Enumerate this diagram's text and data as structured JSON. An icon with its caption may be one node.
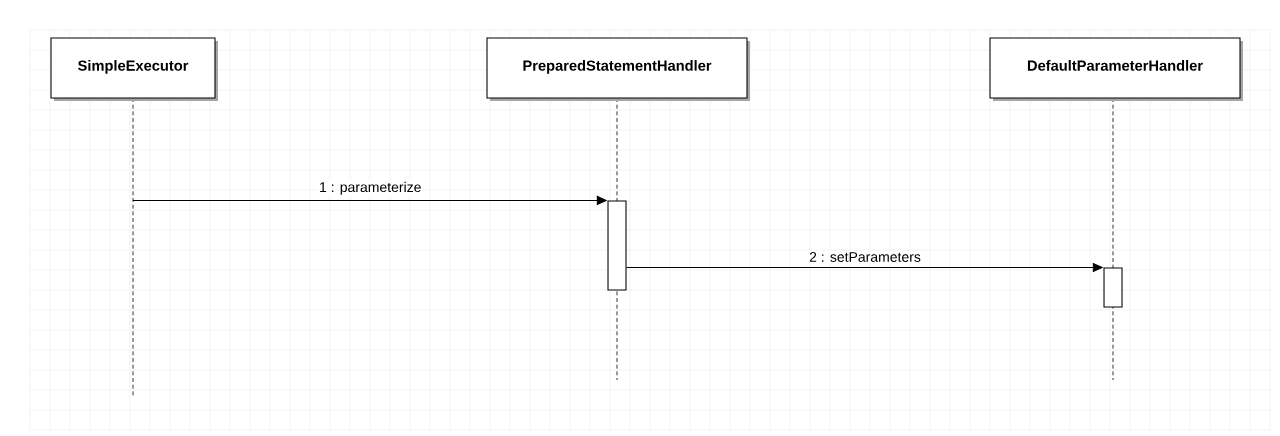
{
  "diagram": {
    "nodes": [
      {
        "text": [
          "SimpleExecutor"
        ]
      },
      {
        "text": [
          "PreparedStatementHandler"
        ]
      },
      {
        "text": [
          "DefaultParameterHandler"
        ]
      },
      {
        "text": [],
        "shape": "bar",
        "in": 1
      },
      {
        "text": [],
        "shape": "bar",
        "in": 2
      }
    ],
    "edges": [
      {
        "from": 0,
        "to": 3,
        "arrow": "to",
        "label": "1 : parameterize"
      },
      {
        "from": 3,
        "to": 4,
        "arrow": "to",
        "label": "2 : setParameters"
      }
    ]
  }
}
